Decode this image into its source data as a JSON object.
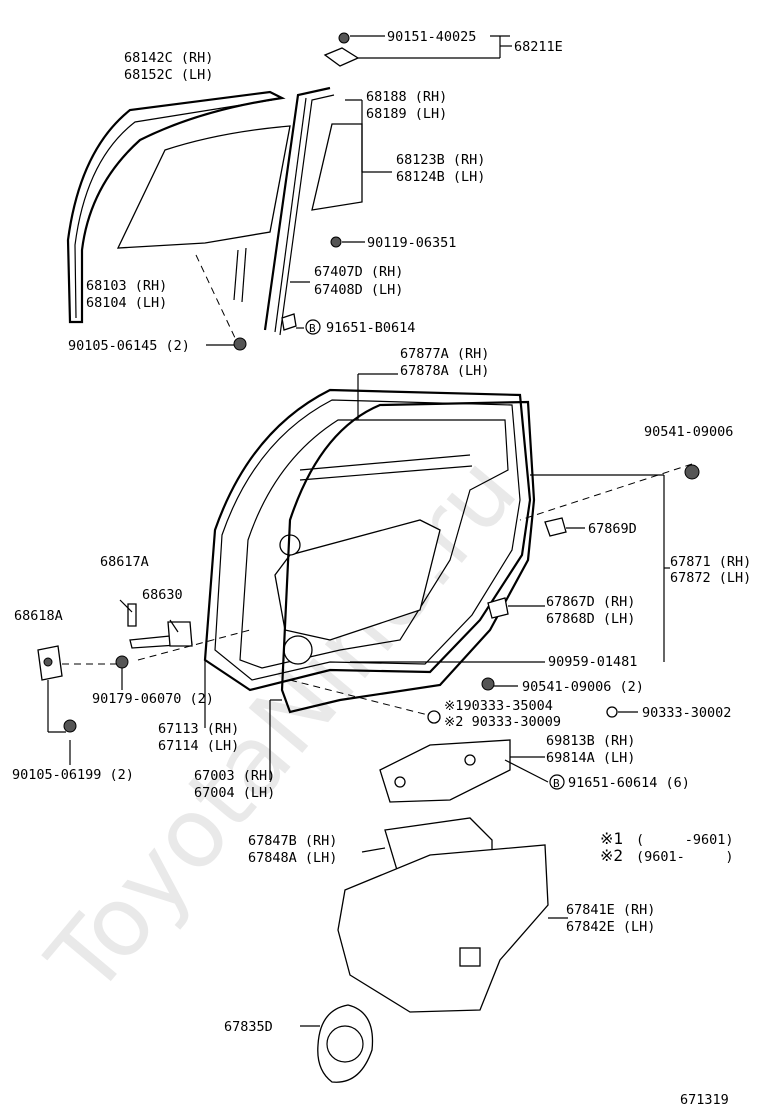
{
  "watermark": "ToyotaNine.ru",
  "figure_code": "671319",
  "labels": {
    "p90151": "90151-40025",
    "p68211": "68211E",
    "p68142": "68142C (RH)",
    "p68152": "68152C (LH)",
    "p68188": "68188 (RH)",
    "p68189": "68189 (LH)",
    "p68123": "68123B (RH)",
    "p68124": "68124B (LH)",
    "p90119": "90119-06351",
    "p68103": "68103 (RH)",
    "p68104": "68104 (LH)",
    "p67407": "67407D (RH)",
    "p67408": "67408D (LH)",
    "p91651b": "91651-B0614",
    "p90105a": "90105-06145 (2)",
    "p67877": "67877A (RH)",
    "p67878": "67878A (LH)",
    "p90541a": "90541-09006",
    "p67869": "67869D",
    "p67871": "67871 (RH)",
    "p67872": "67872 (LH)",
    "p68617": "68617A",
    "p68630": "68630",
    "p68618": "68618A",
    "p67867": "67867D (RH)",
    "p67868": "67868D (LH)",
    "p90959": "90959-01481",
    "p90179": "90179-06070 (2)",
    "p90541b": "90541-09006 (2)",
    "p67113": "67113 (RH)",
    "p67114": "67114 (LH)",
    "p90333a": "※190333-35004",
    "p90333b": "※2 90333-30009",
    "p90333c": "90333-30002",
    "p67003": "67003 (RH)",
    "p67004": "67004 (LH)",
    "p90105b": "90105-06199 (2)",
    "p69813": "69813B (RH)",
    "p69814": "69814A (LH)",
    "p91651c": "91651-60614 (6)",
    "b_mark": "B",
    "p67847": "67847B (RH)",
    "p67848": "67848A (LH)",
    "p67841": "67841E (RH)",
    "p67842": "67842E (LH)",
    "p67835": "67835D",
    "note1_mark": "※1",
    "note1_text": "(     -9601)",
    "note2_mark": "※2",
    "note2_text": "(9601-     )"
  }
}
